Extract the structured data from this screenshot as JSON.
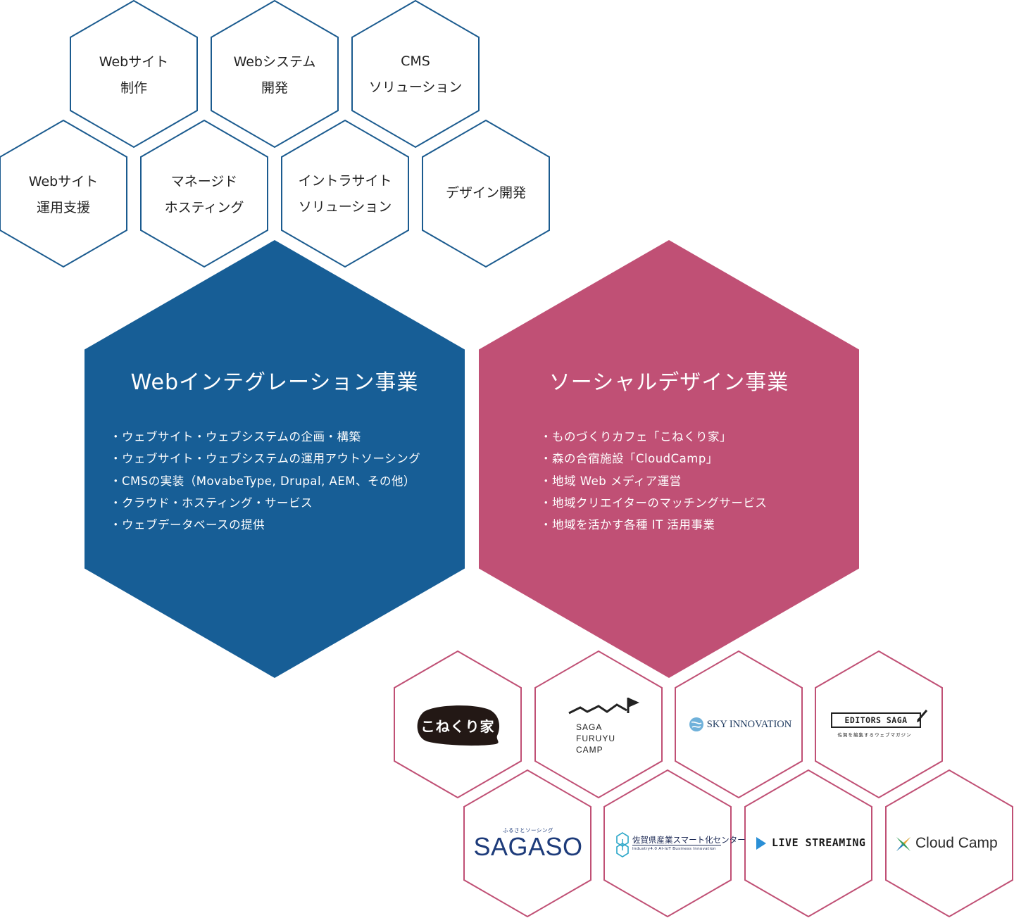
{
  "colors": {
    "web_blue": "#175e96",
    "social_pink": "#c05075",
    "small_blue_stroke": "#1b5b8f",
    "small_pink_stroke": "#c05075",
    "logo_navy": "#1d3b7a",
    "logo_teal": "#2aa6c8"
  },
  "web_services": [
    {
      "line1": "Webサイト",
      "line2": "制作"
    },
    {
      "line1": "Webシステム",
      "line2": "開発"
    },
    {
      "line1": "CMS",
      "line2": "ソリューション"
    },
    {
      "line1": "Webサイト",
      "line2": "運用支援"
    },
    {
      "line1": "マネージド",
      "line2": "ホスティング"
    },
    {
      "line1": "イントラサイト",
      "line2": "ソリューション"
    },
    {
      "line1": "デザイン開発",
      "line2": ""
    }
  ],
  "web_integration": {
    "title": "Webインテグレーション事業",
    "items": [
      "・ウェブサイト・ウェブシステムの企画・構築",
      "・ウェブサイト・ウェブシステムの運用アウトソーシング",
      "・CMSの実装（MovabeType, Drupal, AEM、その他）",
      "・クラウド・ホスティング・サービス",
      "・ウェブデータベースの提供"
    ]
  },
  "social_design": {
    "title": "ソーシャルデザイン事業",
    "items": [
      "・ものづくりカフェ「こねくり家」",
      "・森の合宿施設「CloudCamp」",
      "・地域 Web メディア運営",
      "・地域クリエイターのマッチングサービス",
      "・地域を活かす各種 IT 活用事業"
    ]
  },
  "logos": {
    "konekuriya": "こねくり家",
    "saga_furuyu": [
      "SAGA",
      "FURUYU",
      "CAMP"
    ],
    "sky_innovation": "SKY INNOVATION",
    "editors_saga": {
      "name": "EDITORS SAGA",
      "tagline": "佐賀を編集するウェブマガジン"
    },
    "sagaso": {
      "name": "SAGASO",
      "tagline": "ふるさとソーシング"
    },
    "smart_center": {
      "name": "佐賀県産業スマート化センター",
      "tagline": "Industry4.0 AI-IoT Business Innovation"
    },
    "live_streaming": "LIVE STREAMING",
    "cloud_camp": "Cloud Camp"
  }
}
